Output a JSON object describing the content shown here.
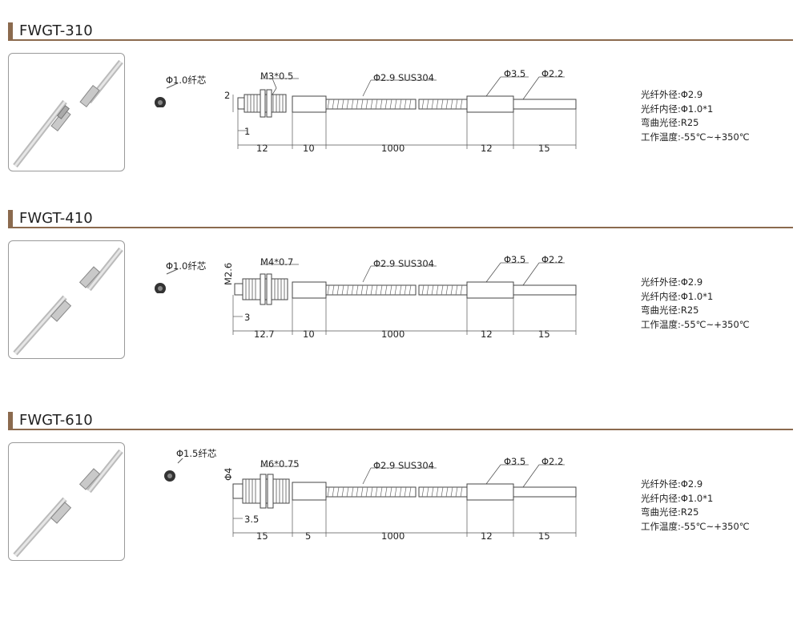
{
  "sections": [
    {
      "title": "FWGT-310",
      "core_label": "Φ1.0纤芯",
      "thread_label": "M3*0.5",
      "tube_label": "Φ2.9 SUS304",
      "sleeve_label": "Φ3.5",
      "tip_label": "Φ2.2",
      "head_dia": "2",
      "offset": "1",
      "dims": [
        "12",
        "10",
        "1000",
        "12",
        "15"
      ],
      "specs": [
        "光纤外径:Φ2.9",
        "光纤内径:Φ1.0*1",
        "弯曲光径:R25",
        "工作温度:-55℃~+350℃"
      ]
    },
    {
      "title": "FWGT-410",
      "core_label": "Φ1.0纤芯",
      "thread_label": "M4*0.7",
      "tube_label": "Φ2.9 SUS304",
      "sleeve_label": "Φ3.5",
      "tip_label": "Φ2.2",
      "head_dia": "M2.6",
      "offset": "3",
      "dims": [
        "12.7",
        "10",
        "1000",
        "12",
        "15"
      ],
      "specs": [
        "光纤外径:Φ2.9",
        "光纤内径:Φ1.0*1",
        "弯曲光径:R25",
        "工作温度:-55℃~+350℃"
      ]
    },
    {
      "title": "FWGT-610",
      "core_label": "Φ1.5纤芯",
      "thread_label": "M6*0.75",
      "tube_label": "Φ2.9 SUS304",
      "sleeve_label": "Φ3.5",
      "tip_label": "Φ2.2",
      "head_dia": "Φ4",
      "offset": "3.5",
      "dims": [
        "15",
        "5",
        "1000",
        "12",
        "15"
      ],
      "specs": [
        "光纤外径:Φ2.9",
        "光纤内径:Φ1.0*1",
        "弯曲光径:R25",
        "工作温度:-55℃~+350℃"
      ]
    }
  ],
  "colors": {
    "accent": "#8b6a4e",
    "line": "#555555",
    "frame": "#9a9a9a"
  }
}
